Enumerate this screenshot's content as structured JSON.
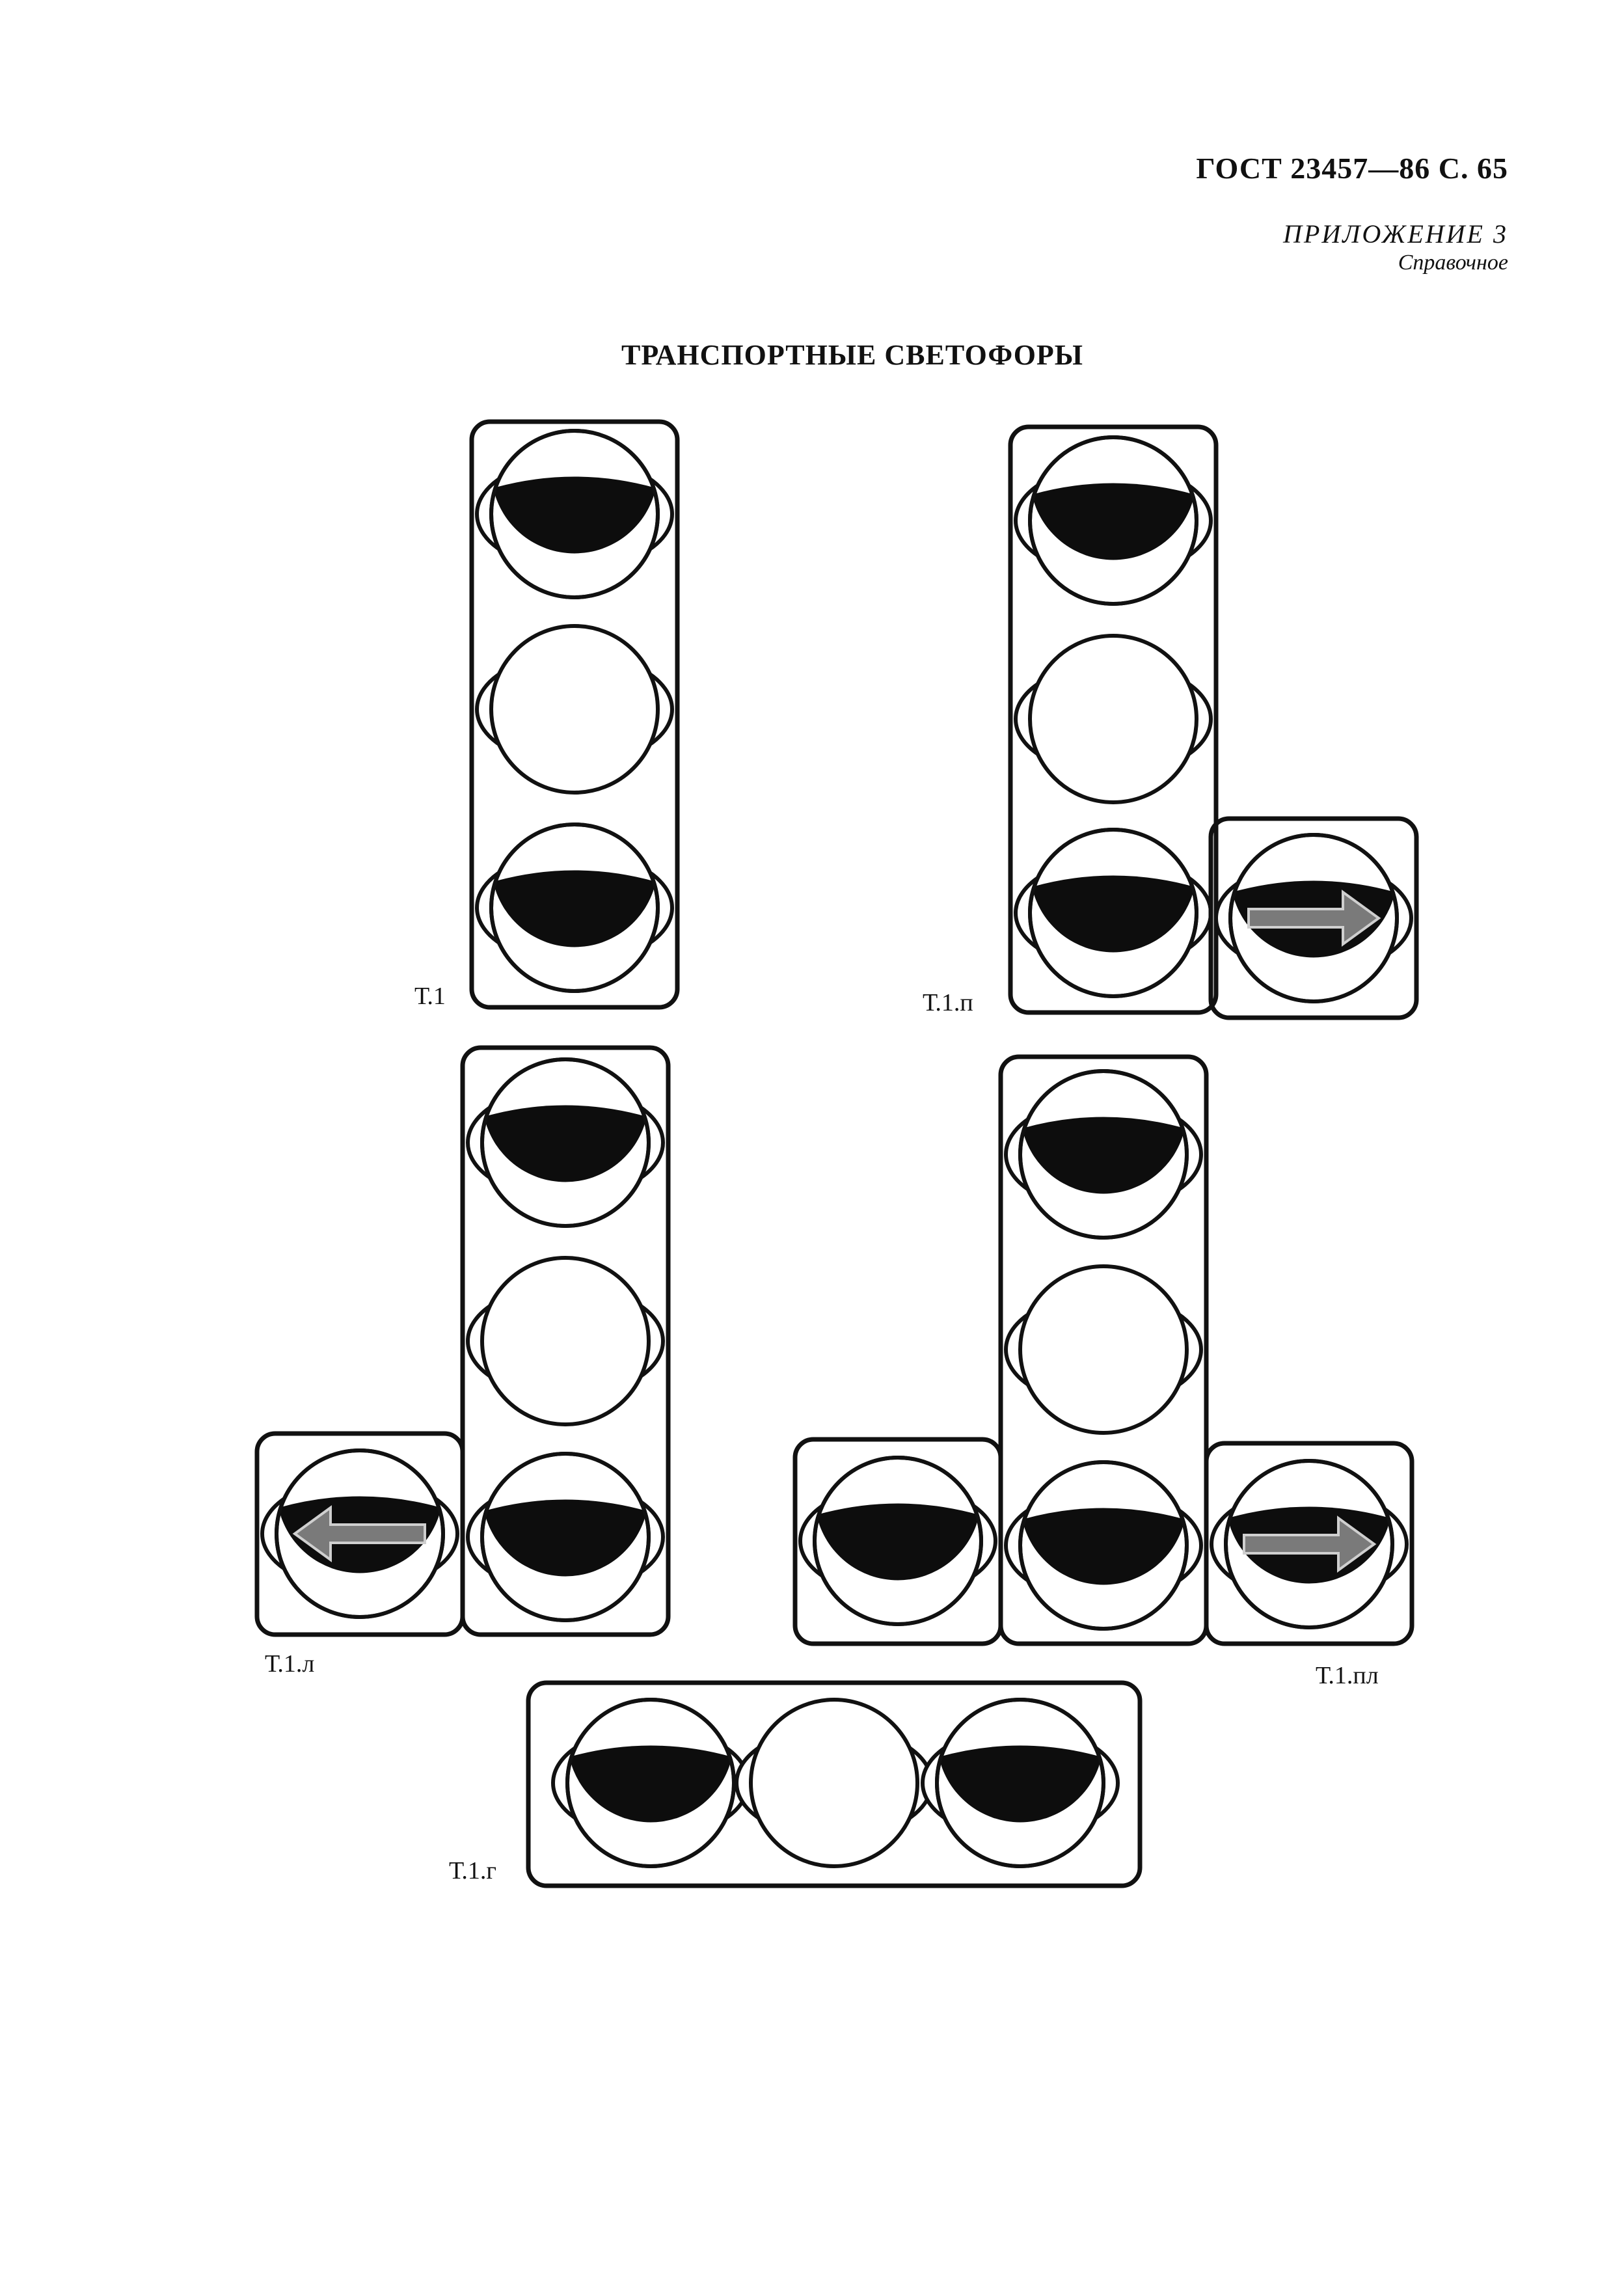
{
  "header": {
    "std_number": "ГОСТ 23457—86 С. 65",
    "appendix_title": "ПРИЛОЖЕНИЕ 3",
    "appendix_subtitle": "Справочное"
  },
  "title": "ТРАНСПОРТНЫЕ СВЕТОФОРЫ",
  "figures": [
    {
      "id": "T1",
      "label": "Т.1"
    },
    {
      "id": "T1p",
      "label": "Т.1.п"
    },
    {
      "id": "T1l",
      "label": "Т.1.л"
    },
    {
      "id": "T1pl",
      "label": "Т.1.пл"
    },
    {
      "id": "T1g",
      "label": "Т.1.г"
    }
  ],
  "colors": {
    "ink": "#111111",
    "lens_dark": "#0d0d0d",
    "lens_light": "#ffffff",
    "arrow": "#7a7a7a"
  }
}
